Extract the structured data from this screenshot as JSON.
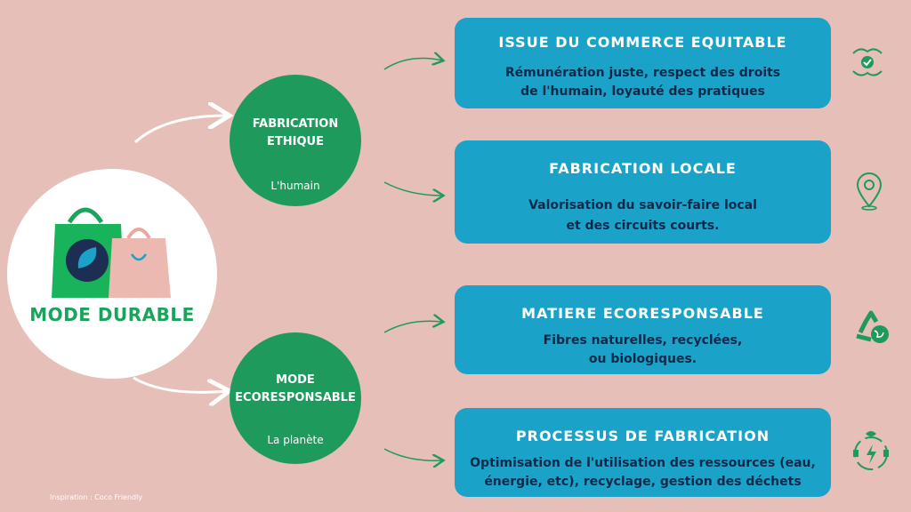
{
  "main": {
    "title": "MODE DURABLE"
  },
  "branches": [
    {
      "title_line1": "FABRICATION",
      "title_line2": "ETHIQUE",
      "subtitle": "L'humain"
    },
    {
      "title_line1": "MODE",
      "title_line2": "ECORESPONSABLE",
      "subtitle": "La planète"
    }
  ],
  "boxes": [
    {
      "title": "ISSUE DU COMMERCE EQUITABLE",
      "line1": "Rémunération juste, respect des droits",
      "line2": "de l'humain, loyauté des pratiques",
      "icon": "fair-trade-hands-icon"
    },
    {
      "title": "FABRICATION  LOCALE",
      "line1": "Valorisation du savoir-faire local",
      "line2": "et des circuits courts.",
      "icon": "location-pin-icon"
    },
    {
      "title": "MATIERE ECORESPONSABLE",
      "line1": "Fibres naturelles, recyclées,",
      "line2": "ou biologiques.",
      "icon": "recycle-globe-icon"
    },
    {
      "title": "PROCESSUS DE FABRICATION",
      "line1": "Optimisation de l'utilisation des ressources (eau,",
      "line2": "énergie, etc), recyclage, gestion des déchets",
      "icon": "eco-energy-icon"
    }
  ],
  "credit": "Inspiration : Coco Friendly",
  "colors": {
    "background": "#e6bfb8",
    "green": "#1e9a5c",
    "blue": "#1aa2c8",
    "navy": "#0e2a4a"
  }
}
